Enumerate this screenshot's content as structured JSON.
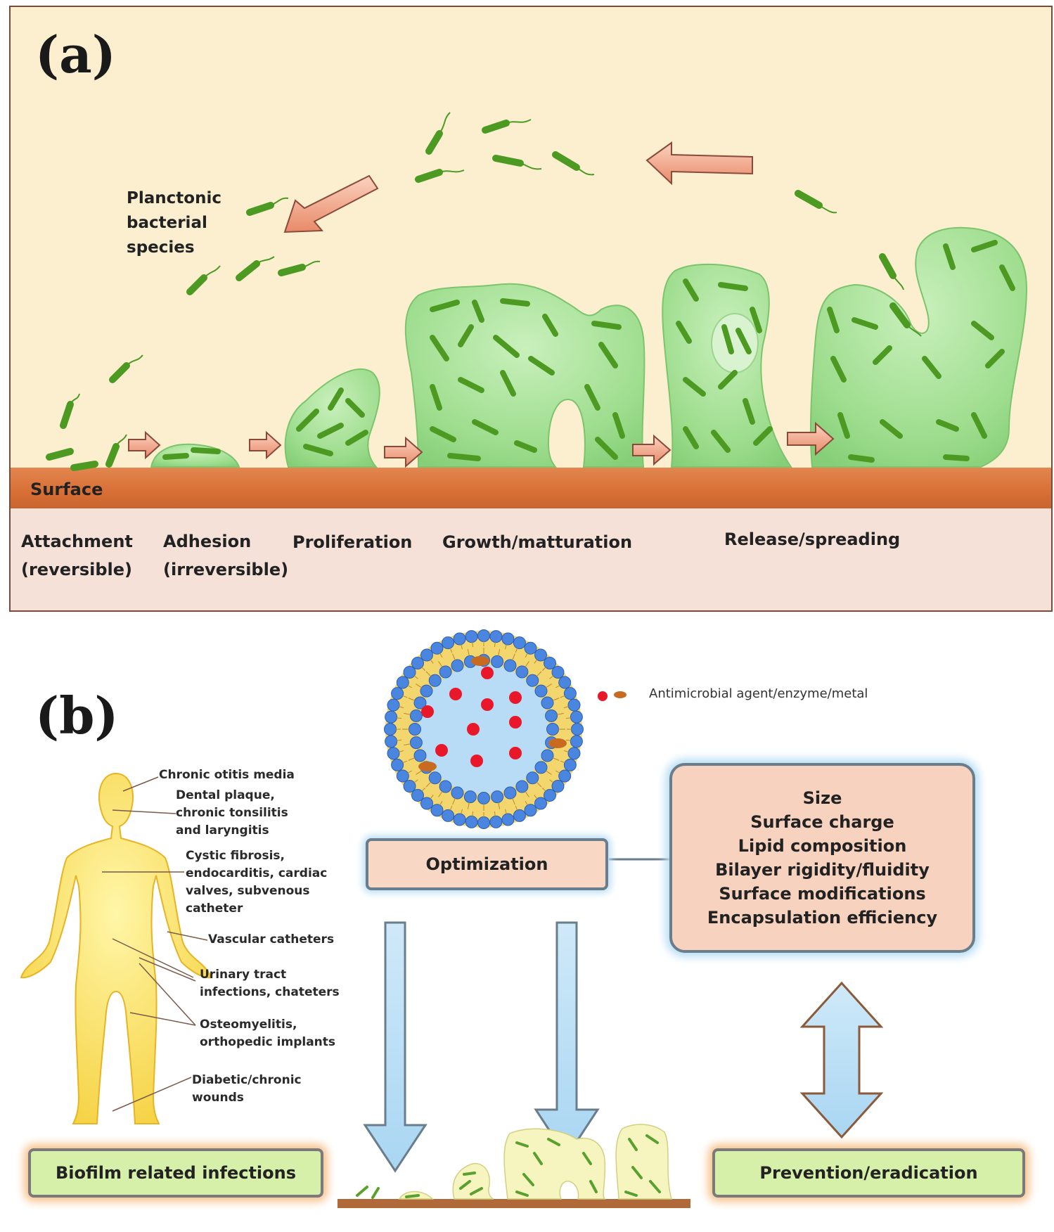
{
  "panel_a": {
    "label": "(a)",
    "planctonic": "Planctonic\nbacterial\nspecies",
    "surface": "Surface",
    "stages": [
      "Attachment\n(reversible)",
      "Adhesion\n(irreversible)",
      "Proliferation",
      "Growth/matturation",
      "Release/spreading"
    ]
  },
  "panel_b": {
    "label": "(b)",
    "legend": "Antimicrobial agent/enzyme/metal",
    "optimization": "Optimization",
    "properties": [
      "Size",
      "Surface charge",
      "Lipid composition",
      "Bilayer rigidity/fluidity",
      "Surface modifications",
      "Encapsulation  efficiency"
    ],
    "body_labels": [
      "Chronic otitis media",
      "Dental plaque,\nchronic tonsilitis\nand laryngitis",
      "Cystic fibrosis,\nendocarditis, cardiac\nvalves,  subvenous\ncatheter",
      "Vascular  catheters",
      "Urinary  tract\ninfections, chateters",
      "Osteomyelitis,\northopedic implants",
      "Diabetic/chronic\nwounds"
    ],
    "biofilm_box": "Biofilm related infections",
    "prevention_box": "Prevention/eradication"
  },
  "colors": {
    "panel_a_bg": "#fbefd0",
    "surface": "#d86f35",
    "biofilm": "#a5e49a",
    "bacteria": "#5aa02c",
    "arrow": "#f2a98a",
    "liposome_head": "#4a86e0",
    "liposome_tail": "#f0d070",
    "drug_red": "#e8182a",
    "drug_orange": "#c86a20",
    "blue_arrow": "#bfe1f5",
    "green_box": "#d6f0a9"
  }
}
